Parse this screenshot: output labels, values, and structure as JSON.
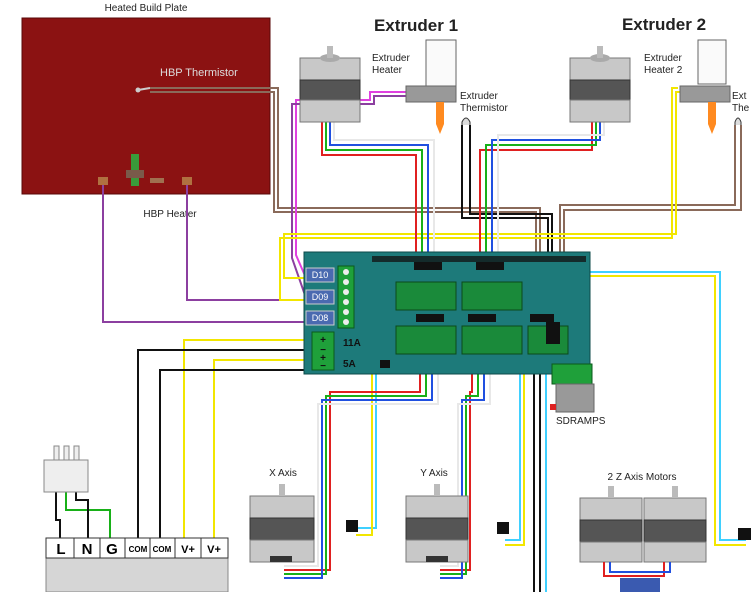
{
  "titles": {
    "heated_build_plate": "Heated Build Plate",
    "extruder_1": "Extruder 1",
    "extruder_2": "Extruder 2"
  },
  "labels": {
    "hbp_thermistor": "HBP Thermistor",
    "hbp_heater": "HBP Heater",
    "extruder_heater_1": [
      "Extruder",
      "Heater"
    ],
    "extruder_thermistor_1": [
      "Extruder",
      "Thermistor"
    ],
    "extruder_heater_2": [
      "Extruder",
      "Heater 2"
    ],
    "extruder_thermistor_2": [
      "Ext",
      "The"
    ],
    "sdramps": "SDRAMPS",
    "x_axis": "X Axis",
    "y_axis": "Y Axis",
    "z_axis": "2 Z Axis Motors"
  },
  "ramps": {
    "ports": [
      "D10",
      "D09",
      "D08"
    ],
    "power_11a": "11A",
    "power_5a": "5A",
    "plus": "+",
    "minus": "−"
  },
  "psu": {
    "terminals": [
      "L",
      "N",
      "G",
      "COM",
      "COM",
      "V+",
      "V+"
    ]
  },
  "colors": {
    "plate": "#8b1212",
    "board": "#1d7a7a",
    "purple": "#8c3fa0",
    "magenta": "#e040e0",
    "yellow": "#f2e600",
    "black": "#111111",
    "brown": "#8a6a5a",
    "cyan": "#3fd0ff",
    "red": "#e02020",
    "green": "#18b018",
    "blue": "#2050e0",
    "white": "#e8e8e8"
  }
}
